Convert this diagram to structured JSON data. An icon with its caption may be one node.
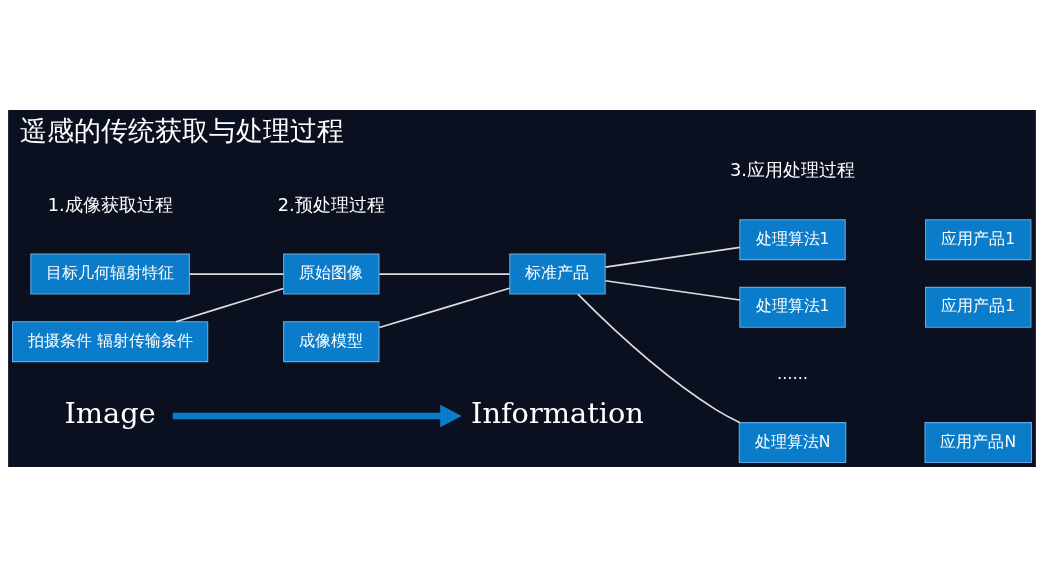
{
  "diagram": {
    "title": "遥感的传统获取与处理过程",
    "nodes": [
      {
        "text": [
          "目标几何辐射特征"
        ]
      },
      {
        "text": [
          "拍摄条件 辐射传输条件"
        ]
      },
      {
        "text": [
          "原始图像"
        ]
      },
      {
        "text": [
          "成像模型"
        ]
      },
      {
        "text": [
          "标准产品"
        ]
      },
      {
        "text": [
          "处理算法1"
        ]
      },
      {
        "text": [
          "应用产品1"
        ]
      },
      {
        "text": [
          "处理算法1"
        ]
      },
      {
        "text": [
          "应用产品1"
        ]
      },
      {
        "text": [
          "处理算法N"
        ]
      },
      {
        "text": [
          "应用产品N"
        ]
      },
      {
        "text": [
          "Image"
        ]
      },
      {
        "text": [
          "Information"
        ]
      }
    ],
    "edges": [
      {
        "from": 0,
        "to": 2,
        "arrow": "none"
      },
      {
        "from": 1,
        "to": 2,
        "arrow": "none"
      },
      {
        "from": 2,
        "to": 4,
        "arrow": "none"
      },
      {
        "from": 3,
        "to": 4,
        "arrow": "none"
      },
      {
        "from": 4,
        "to": 5,
        "arrow": "none"
      },
      {
        "from": 4,
        "to": 7,
        "arrow": "none"
      },
      {
        "from": 4,
        "to": 9,
        "arrow": "none"
      },
      {
        "from": 11,
        "to": 12,
        "arrow": "to",
        "style": "thick",
        "color": "#0a7cc9"
      }
    ],
    "labels": [
      "1.成像获取过程",
      "2.预处理过程",
      "3.应用处理过程",
      "……"
    ]
  }
}
